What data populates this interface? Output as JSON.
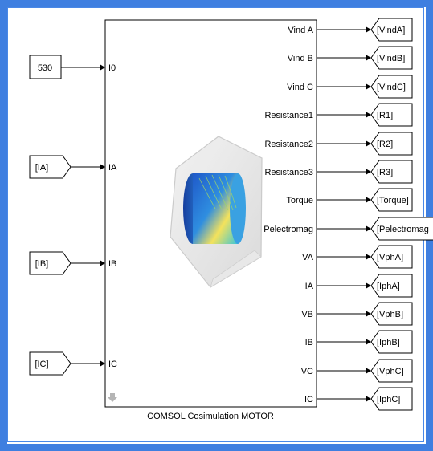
{
  "block": {
    "title": "COMSOL Cosimulation MOTOR",
    "inputs": [
      {
        "id": "i0",
        "label": "I0"
      },
      {
        "id": "ia",
        "label": "IA"
      },
      {
        "id": "ib",
        "label": "IB"
      },
      {
        "id": "ic",
        "label": "IC"
      }
    ],
    "outputs": [
      {
        "id": "vinda",
        "label": "Vind A",
        "goto": "[VindA]"
      },
      {
        "id": "vindb",
        "label": "Vind B",
        "goto": "[VindB]"
      },
      {
        "id": "vindc",
        "label": "Vind C",
        "goto": "[VindC]"
      },
      {
        "id": "r1",
        "label": "Resistance1",
        "goto": "[R1]"
      },
      {
        "id": "r2",
        "label": "Resistance2",
        "goto": "[R2]"
      },
      {
        "id": "r3",
        "label": "Resistance3",
        "goto": "[R3]"
      },
      {
        "id": "torque",
        "label": "Torque",
        "goto": "[Torque]"
      },
      {
        "id": "pelec",
        "label": "Pelectromag",
        "goto": "[Pelectromag"
      },
      {
        "id": "va",
        "label": "VA",
        "goto": "[VphA]"
      },
      {
        "id": "ia-out",
        "label": "IA",
        "goto": "[IphA]"
      },
      {
        "id": "vb",
        "label": "VB",
        "goto": "[VphB]"
      },
      {
        "id": "ib-out",
        "label": "IB",
        "goto": "[IphB]"
      },
      {
        "id": "vc",
        "label": "VC",
        "goto": "[VphC]"
      },
      {
        "id": "ic-out",
        "label": "IC",
        "goto": "[IphC]"
      }
    ]
  },
  "sources": {
    "constant": "530",
    "from_ia": "[IA]",
    "from_ib": "[IB]",
    "from_ic": "[IC]"
  },
  "colors": {
    "frame": "#3f7fe0",
    "line": "#000000"
  }
}
